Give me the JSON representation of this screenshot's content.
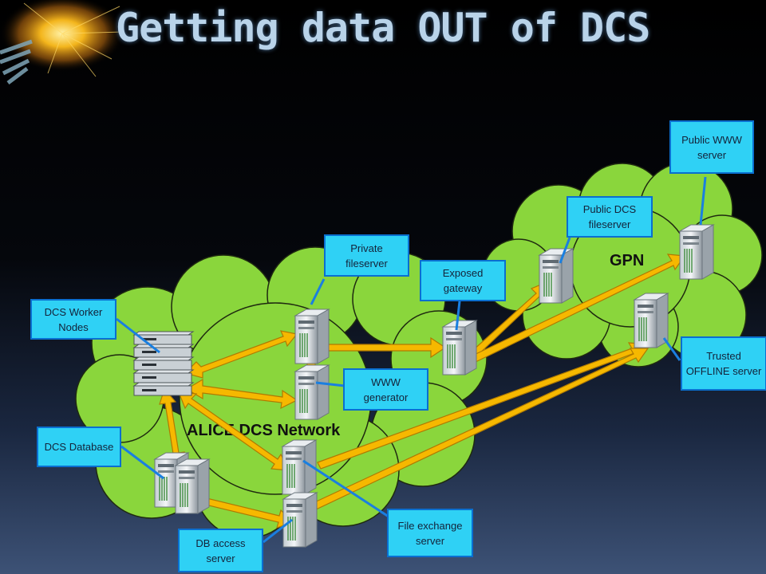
{
  "slide": {
    "title": "Getting data OUT of DCS"
  },
  "networks": {
    "alice": "ALICE DCS Network",
    "gpn": "GPN"
  },
  "labels": {
    "dcs_worker_nodes": "DCS Worker Nodes",
    "dcs_database": "DCS Database",
    "db_access_server": "DB access server",
    "private_fileserver": "Private fileserver",
    "www_generator": "WWW generator",
    "exposed_gateway": "Exposed gateway",
    "public_dcs_fileserver": "Public DCS fileserver",
    "public_www_server": "Public WWW server",
    "trusted_offline_server": "Trusted OFFLINE server",
    "file_exchange_server": "File exchange server"
  },
  "colors": {
    "cloud": "#8ad63c",
    "arrow": "#f6b800",
    "label_fill": "#2fd1f5",
    "connector": "#1a7fe0"
  }
}
